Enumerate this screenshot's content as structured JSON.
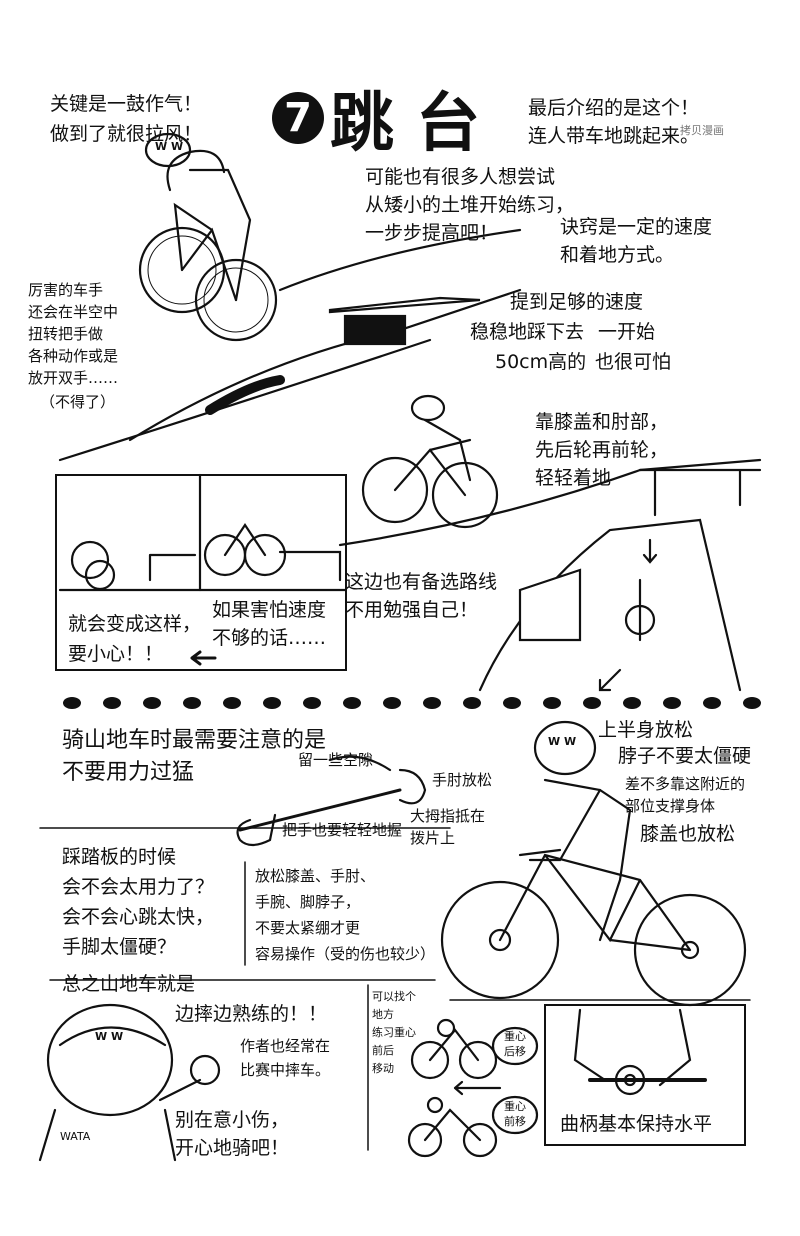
{
  "watermark": "拷贝漫画",
  "title": {
    "number": "7",
    "text": "跳台"
  },
  "intro": [
    "最后介绍的是这个！",
    "连人带车地跳起来。"
  ],
  "try_text": [
    "可能也有很多人想尝试",
    "从矮小的土堆开始练习，",
    "一步步提高吧！"
  ],
  "tip_text": [
    "诀窍是一定的速度",
    "和着地方式。"
  ],
  "left_quote": [
    "关键是一鼓作气！",
    "做到了就很拉风！"
  ],
  "pro_text": [
    "厉害的车手",
    "还会在半空中",
    "扭转把手做",
    "各种动作或是",
    "放开双手……",
    "（不得了）"
  ],
  "speed_text": "提到足够的速度",
  "step_text": "稳稳地踩下去",
  "height_text": "50cm高的",
  "scary_text": [
    "一开始",
    "也很可怕"
  ],
  "landing_text": [
    "靠膝盖和肘部，",
    "先后轮再前轮，",
    "轻轻着地"
  ],
  "panel_fall": [
    "就会变成这样，",
    "要小心！！"
  ],
  "panel_slow": [
    "如果害怕速度",
    "不够的话……"
  ],
  "alt_route": [
    "这边也有备选路线",
    "不用勉强自己！"
  ],
  "attention": [
    "骑山地车时最需要注意的是",
    "不要用力过猛"
  ],
  "grip": {
    "gap": "留一些空隙",
    "elbow": "手肘放松",
    "handle": "把手也要轻轻地握",
    "thumb": [
      "大拇指抵在",
      "拨片上"
    ]
  },
  "posture": [
    "上半身放松",
    "脖子不要太僵硬",
    "差不多靠这附近的",
    "部位支撑身体",
    "膝盖也放松"
  ],
  "pedal_q": [
    "踩踏板的时候",
    "会不会太用力了？",
    "会不会心跳太快，",
    "手脚太僵硬？"
  ],
  "relax": [
    "放松膝盖、手肘、",
    "手腕、脚脖子，",
    "不要太紧绷才更",
    "容易操作（受的伤也较少）"
  ],
  "conclusion": "总之山地车就是",
  "conclusion2": "边摔边熟练的！！",
  "author": [
    "作者也经常在",
    "比赛中摔车。"
  ],
  "cheer": [
    "别在意小伤，",
    "开心地骑吧！"
  ],
  "cog_text": [
    "可以找个",
    "地方",
    "练习重心",
    "前后",
    "移动"
  ],
  "cog_back": [
    "重心",
    "后移"
  ],
  "cog_front": [
    "重心",
    "前移"
  ],
  "crank_text": "曲柄基本保持水平",
  "helmet_mark": "W W",
  "shirt_text": "WATA"
}
